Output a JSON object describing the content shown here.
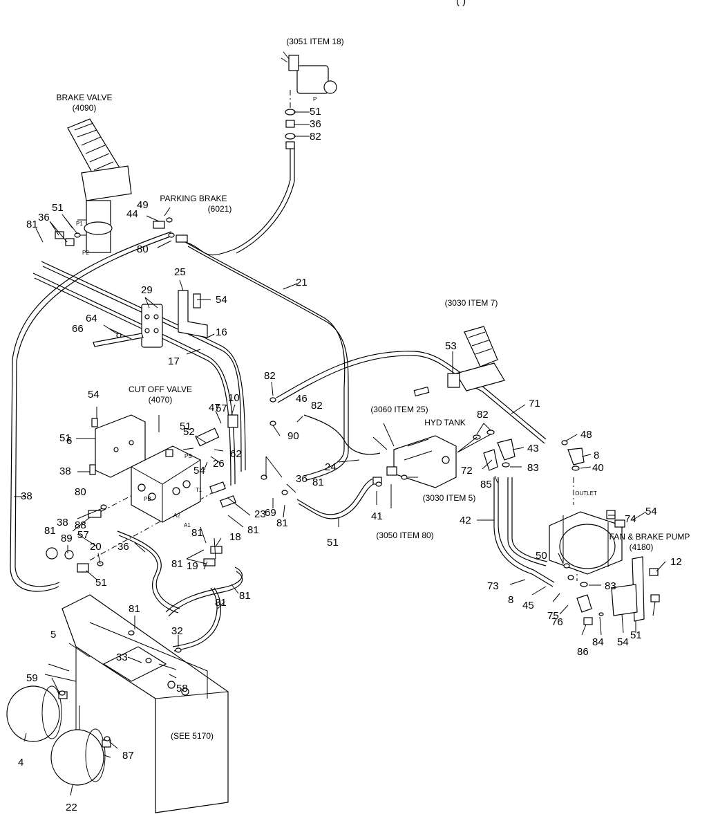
{
  "header_fragment": "(        )",
  "callouts": {
    "brake_valve": [
      "BRAKE VALVE",
      "(4090)"
    ],
    "parking_brake": [
      "PARKING BRAKE",
      "(6021)"
    ],
    "item_3051": "(3051 ITEM 18)",
    "item_3030_7": "(3030 ITEM 7)",
    "cut_off_valve": [
      "CUT OFF VALVE",
      "(4070)"
    ],
    "item_3060": "(3060 ITEM 25)",
    "hyd_tank": "HYD TANK",
    "item_3030_5": "(3030  ITEM 5)",
    "item_3050": "(3050  ITEM 80)",
    "fan_brake_pump": [
      "FAN & BRAKE PUMP",
      "(4180)"
    ],
    "see_5170": "(SEE 5170)",
    "outlet": "OUTLET"
  },
  "port_marks": {
    "p1": "P1",
    "p2": "P2",
    "p": "P",
    "a1": "A1",
    "a2": "A2",
    "t1": "T1",
    "ps": "PS",
    "pb": "PB"
  },
  "part_numbers": [
    "51",
    "36",
    "82",
    "49",
    "44",
    "80",
    "51",
    "36",
    "81",
    "25",
    "54",
    "29",
    "21",
    "64",
    "66",
    "16",
    "17",
    "82",
    "10",
    "47",
    "46",
    "82",
    "54",
    "6",
    "51",
    "52",
    "57",
    "90",
    "62",
    "26",
    "54",
    "51",
    "38",
    "80",
    "38",
    "81",
    "36",
    "69",
    "81",
    "23",
    "81",
    "24",
    "41",
    "51",
    "38",
    "81",
    "88",
    "57",
    "81",
    "89",
    "20",
    "51",
    "36",
    "81",
    "18",
    "19",
    "81",
    "81",
    "81",
    "32",
    "33",
    "58",
    "5",
    "59",
    "4",
    "87",
    "22",
    "53",
    "71",
    "82",
    "43",
    "48",
    "8",
    "40",
    "83",
    "72",
    "85",
    "42",
    "74",
    "54",
    "50",
    "12",
    "83",
    "73",
    "8",
    "45",
    "75",
    "76",
    "86",
    "84",
    "54",
    "51"
  ]
}
